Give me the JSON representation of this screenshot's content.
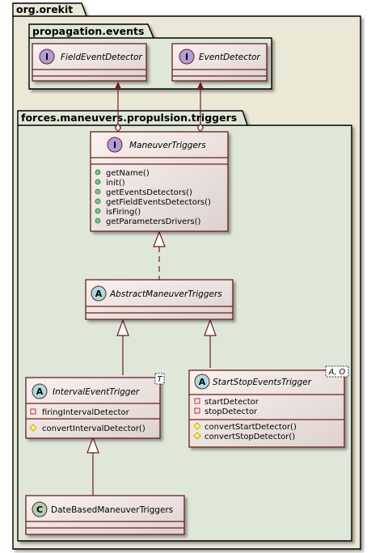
{
  "packages": {
    "root": "org.orekit",
    "events": "propagation.events",
    "triggers": "forces.maneuvers.propulsion.triggers"
  },
  "classes": {
    "field_event_detector": {
      "stereotype": "I",
      "name": "FieldEventDetector"
    },
    "event_detector": {
      "stereotype": "I",
      "name": "EventDetector"
    },
    "maneuver_triggers": {
      "stereotype": "I",
      "name": "ManeuverTriggers",
      "methods": [
        "getName()",
        "init()",
        "getEventsDetectors()",
        "getFieldEventsDetectors()",
        "isFiring()",
        "getParametersDrivers()"
      ]
    },
    "abstract_maneuver_triggers": {
      "stereotype": "A",
      "name": "AbstractManeuverTriggers"
    },
    "interval_event_trigger": {
      "stereotype": "A",
      "name": "IntervalEventTrigger",
      "generic": "T",
      "fields": [
        "firingIntervalDetector"
      ],
      "methods": [
        "convertIntervalDetector()"
      ]
    },
    "start_stop_events_trigger": {
      "stereotype": "A",
      "name": "StartStopEventsTrigger",
      "generic": "A, O",
      "fields": [
        "startDetector",
        "stopDetector"
      ],
      "methods": [
        "convertStartDetector()",
        "convertStopDetector()"
      ]
    },
    "date_based_maneuver_triggers": {
      "stereotype": "C",
      "name": "DateBasedManeuverTriggers"
    }
  },
  "colors": {
    "root_package_bg": "#ece8d6",
    "inner_package_bg": "#dfe8d8",
    "class_fill": "#f0e4e0",
    "border": "#6b1f1f",
    "interface_badge": "#b19cd9",
    "abstract_badge": "#a9dcdf",
    "class_badge": "#add1b2",
    "field_marker": "#c82930",
    "method_marker": "#84be84",
    "protected_marker": "#ffff44"
  }
}
